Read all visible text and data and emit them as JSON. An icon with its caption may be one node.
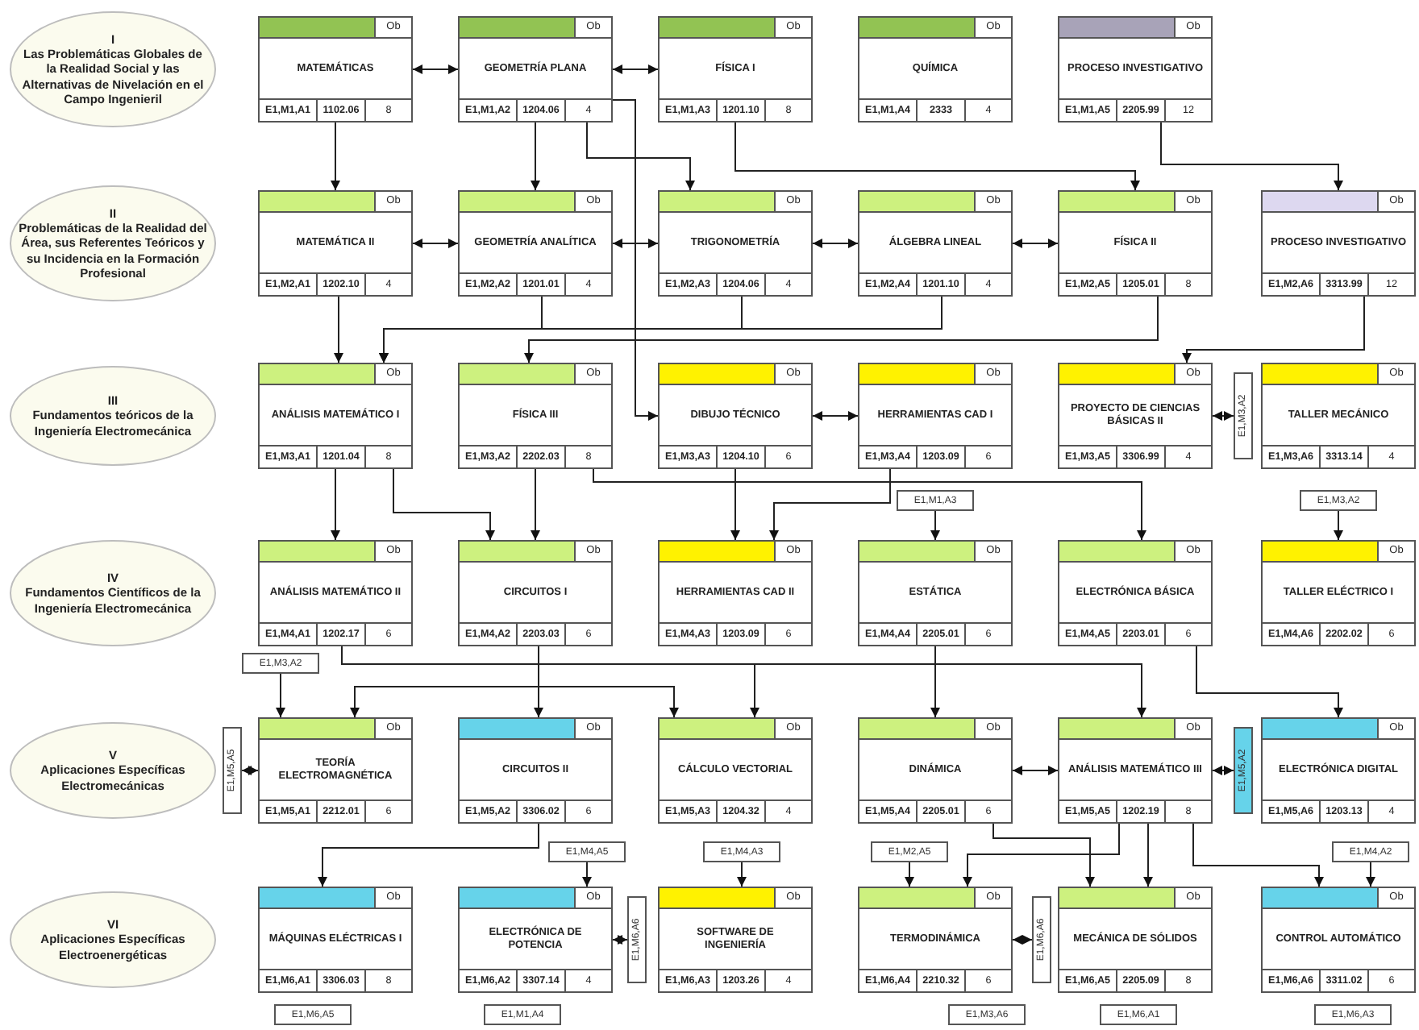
{
  "diagram": {
    "nodes": [
      {
        "text": [
          "I",
          "Las Problemáticas Globales de la Realidad Social y las Alternativas de Nivelación en el Campo Ingenieril"
        ]
      },
      {
        "text": [
          "II",
          "Problemáticas de la Realidad del Área, sus Referentes Teóricos y su Incidencia en la Formación Profesional"
        ]
      },
      {
        "text": [
          "III",
          "Fundamentos teóricos de la Ingeniería Electromecánica"
        ]
      },
      {
        "text": [
          "IV",
          "Fundamentos Científicos de la Ingeniería Electromecánica"
        ]
      },
      {
        "text": [
          "V",
          "Aplicaciones Específicas Electromecánicas"
        ]
      },
      {
        "text": [
          "VI",
          "Aplicaciones Específicas Electroenergéticas"
        ]
      },
      {
        "text": [
          "MATEMÁTICAS",
          "Ob",
          "E1,M1,A1",
          "1102.06",
          "8"
        ]
      },
      {
        "text": [
          "GEOMETRÍA PLANA",
          "Ob",
          "E1,M1,A2",
          "1204.06",
          "4"
        ]
      },
      {
        "text": [
          "FÍSICA I",
          "Ob",
          "E1,M1,A3",
          "1201.10",
          "8"
        ]
      },
      {
        "text": [
          "QUÍMICA",
          "Ob",
          "E1,M1,A4",
          "2333",
          "4"
        ]
      },
      {
        "text": [
          "PROCESO INVESTIGATIVO",
          "Ob",
          "E1,M1,A5",
          "2205.99",
          "12"
        ]
      },
      {
        "text": [
          "MATEMÁTICA II",
          "Ob",
          "E1,M2,A1",
          "1202.10",
          "4"
        ]
      },
      {
        "text": [
          "GEOMETRÍA ANALÍTICA",
          "Ob",
          "E1,M2,A2",
          "1201.01",
          "4"
        ]
      },
      {
        "text": [
          "TRIGONOMETRÍA",
          "Ob",
          "E1,M2,A3",
          "1204.06",
          "4"
        ]
      },
      {
        "text": [
          "ÁLGEBRA LINEAL",
          "Ob",
          "E1,M2,A4",
          "1201.10",
          "4"
        ]
      },
      {
        "text": [
          "FÍSICA II",
          "Ob",
          "E1,M2,A5",
          "1205.01",
          "8"
        ]
      },
      {
        "text": [
          "PROCESO INVESTIGATIVO",
          "Ob",
          "E1,M2,A6",
          "3313.99",
          "12"
        ]
      },
      {
        "text": [
          "ANÁLISIS MATEMÁTICO I",
          "Ob",
          "E1,M3,A1",
          "1201.04",
          "8"
        ]
      },
      {
        "text": [
          "FÍSICA III",
          "Ob",
          "E1,M3,A2",
          "2202.03",
          "8"
        ]
      },
      {
        "text": [
          "DIBUJO TÉCNICO",
          "Ob",
          "E1,M3,A3",
          "1204.10",
          "6"
        ]
      },
      {
        "text": [
          "HERRAMIENTAS CAD I",
          "Ob",
          "E1,M3,A4",
          "1203.09",
          "6"
        ]
      },
      {
        "text": [
          "PROYECTO DE CIENCIAS BÁSICAS II",
          "Ob",
          "E1,M3,A5",
          "3306.99",
          "4"
        ]
      },
      {
        "text": [
          "E1,M3,A2"
        ]
      },
      {
        "text": [
          "TALLER MECÁNICO",
          "Ob",
          "E1,M3,A6",
          "3313.14",
          "4"
        ]
      },
      {
        "text": [
          "E1,M1,A3"
        ]
      },
      {
        "text": [
          "E1,M3,A2"
        ]
      },
      {
        "text": [
          "ANÁLISIS MATEMÁTICO II",
          "Ob",
          "E1,M4,A1",
          "1202.17",
          "6"
        ]
      },
      {
        "text": [
          "CIRCUITOS I",
          "Ob",
          "E1,M4,A2",
          "2203.03",
          "6"
        ]
      },
      {
        "text": [
          "HERRAMIENTAS CAD II",
          "Ob",
          "E1,M4,A3",
          "1203.09",
          "6"
        ]
      },
      {
        "text": [
          "ESTÁTICA",
          "Ob",
          "E1,M4,A4",
          "2205.01",
          "6"
        ]
      },
      {
        "text": [
          "ELECTRÓNICA BÁSICA",
          "Ob",
          "E1,M4,A5",
          "2203.01",
          "6"
        ]
      },
      {
        "text": [
          "TALLER ELÉCTRICO I",
          "Ob",
          "E1,M4,A6",
          "2202.02",
          "6"
        ]
      },
      {
        "text": [
          "E1,M3,A2"
        ]
      },
      {
        "text": [
          "E1,M5,A5"
        ]
      },
      {
        "text": [
          "TEORÍA ELECTROMAGNÉTICA",
          "Ob",
          "E1,M5,A1",
          "2212.01",
          "6"
        ]
      },
      {
        "text": [
          "CIRCUITOS II",
          "Ob",
          "E1,M5,A2",
          "3306.02",
          "6"
        ]
      },
      {
        "text": [
          "CÁLCULO VECTORIAL",
          "Ob",
          "E1,M5,A3",
          "1204.32",
          "4"
        ]
      },
      {
        "text": [
          "DINÁMICA",
          "Ob",
          "E1,M5,A4",
          "2205.01",
          "6"
        ]
      },
      {
        "text": [
          "ANÁLISIS MATEMÁTICO III",
          "Ob",
          "E1,M5,A5",
          "1202.19",
          "8"
        ]
      },
      {
        "text": [
          "E1,M5,A2"
        ]
      },
      {
        "text": [
          "ELECTRÓNICA DIGITAL",
          "Ob",
          "E1,M5,A6",
          "1203.13",
          "4"
        ]
      },
      {
        "text": [
          "E1,M4,A5"
        ]
      },
      {
        "text": [
          "E1,M4,A3"
        ]
      },
      {
        "text": [
          "E1,M2,A5"
        ]
      },
      {
        "text": [
          "E1,M4,A2"
        ]
      },
      {
        "text": [
          "MÁQUINAS ELÉCTRICAS I",
          "Ob",
          "E1,M6,A1",
          "3306.03",
          "8"
        ]
      },
      {
        "text": [
          "ELECTRÓNICA DE POTENCIA",
          "Ob",
          "E1,M6,A2",
          "3307.14",
          "4"
        ]
      },
      {
        "text": [
          "E1,M6,A6"
        ]
      },
      {
        "text": [
          "SOFTWARE DE INGENIERÍA",
          "Ob",
          "E1,M6,A3",
          "1203.26",
          "4"
        ]
      },
      {
        "text": [
          "TERMODINÁMICA",
          "Ob",
          "E1,M6,A4",
          "2210.32",
          "6"
        ]
      },
      {
        "text": [
          "E1,M6,A6"
        ]
      },
      {
        "text": [
          "MECÁNICA DE SÓLIDOS",
          "Ob",
          "E1,M6,A5",
          "2205.09",
          "8"
        ]
      },
      {
        "text": [
          "CONTROL AUTOMÁTICO",
          "Ob",
          "E1,M6,A6",
          "3311.02",
          "6"
        ]
      },
      {
        "text": [
          "E1,M6,A5"
        ]
      },
      {
        "text": [
          "E1,M1,A4"
        ]
      },
      {
        "text": [
          "E1,M3,A6"
        ]
      },
      {
        "text": [
          "E1,M6,A1"
        ]
      },
      {
        "text": [
          "E1,M6,A3"
        ]
      }
    ],
    "edges": [
      {
        "from": 6,
        "to": 7,
        "arrow": "both"
      },
      {
        "from": 7,
        "to": 8,
        "arrow": "both"
      },
      {
        "from": 6,
        "to": 11,
        "arrow": "to"
      },
      {
        "from": 7,
        "to": 12,
        "arrow": "to"
      },
      {
        "from": 7,
        "to": 13,
        "arrow": "to"
      },
      {
        "from": 7,
        "to": 19,
        "arrow": "to"
      },
      {
        "from": 8,
        "to": 15,
        "arrow": "to"
      },
      {
        "from": 10,
        "to": 16,
        "arrow": "to"
      },
      {
        "from": 11,
        "to": 12,
        "arrow": "both"
      },
      {
        "from": 12,
        "to": 13,
        "arrow": "both"
      },
      {
        "from": 13,
        "to": 14,
        "arrow": "both"
      },
      {
        "from": 14,
        "to": 15,
        "arrow": "both"
      },
      {
        "from": 11,
        "to": 17,
        "arrow": "to"
      },
      {
        "from": 12,
        "to": 17,
        "arrow": "to"
      },
      {
        "from": 13,
        "to": 17,
        "arrow": "to"
      },
      {
        "from": 14,
        "to": 17,
        "arrow": "to"
      },
      {
        "from": 15,
        "to": 18,
        "arrow": "to"
      },
      {
        "from": 16,
        "to": 21,
        "arrow": "to"
      },
      {
        "from": 19,
        "to": 20,
        "arrow": "both"
      },
      {
        "from": 21,
        "to": 22,
        "arrow": "both"
      },
      {
        "from": 17,
        "to": 26,
        "arrow": "to"
      },
      {
        "from": 17,
        "to": 27,
        "arrow": "to"
      },
      {
        "from": 18,
        "to": 27,
        "arrow": "to"
      },
      {
        "from": 18,
        "to": 30,
        "arrow": "to"
      },
      {
        "from": 19,
        "to": 28,
        "arrow": "to"
      },
      {
        "from": 20,
        "to": 28,
        "arrow": "to"
      },
      {
        "from": 24,
        "to": 29,
        "arrow": "to"
      },
      {
        "from": 25,
        "to": 31,
        "arrow": "to"
      },
      {
        "from": 26,
        "to": 38,
        "arrow": "to"
      },
      {
        "from": 26,
        "to": 36,
        "arrow": "to"
      },
      {
        "from": 27,
        "to": 34,
        "arrow": "to"
      },
      {
        "from": 27,
        "to": 35,
        "arrow": "to"
      },
      {
        "from": 27,
        "to": 36,
        "arrow": "to"
      },
      {
        "from": 29,
        "to": 37,
        "arrow": "to"
      },
      {
        "from": 30,
        "to": 40,
        "arrow": "to"
      },
      {
        "from": 32,
        "to": 34,
        "arrow": "to"
      },
      {
        "from": 33,
        "to": 34,
        "arrow": "both"
      },
      {
        "from": 37,
        "to": 38,
        "arrow": "both"
      },
      {
        "from": 38,
        "to": 39,
        "arrow": "both"
      },
      {
        "from": 35,
        "to": 45,
        "arrow": "to"
      },
      {
        "from": 37,
        "to": 51,
        "arrow": "to"
      },
      {
        "from": 38,
        "to": 49,
        "arrow": "to"
      },
      {
        "from": 38,
        "to": 51,
        "arrow": "to"
      },
      {
        "from": 38,
        "to": 52,
        "arrow": "to"
      },
      {
        "from": 41,
        "to": 46,
        "arrow": "to"
      },
      {
        "from": 42,
        "to": 48,
        "arrow": "to"
      },
      {
        "from": 43,
        "to": 49,
        "arrow": "to"
      },
      {
        "from": 44,
        "to": 52,
        "arrow": "to"
      },
      {
        "from": 46,
        "to": 47,
        "arrow": "both"
      },
      {
        "from": 49,
        "to": 50,
        "arrow": "both"
      }
    ]
  }
}
